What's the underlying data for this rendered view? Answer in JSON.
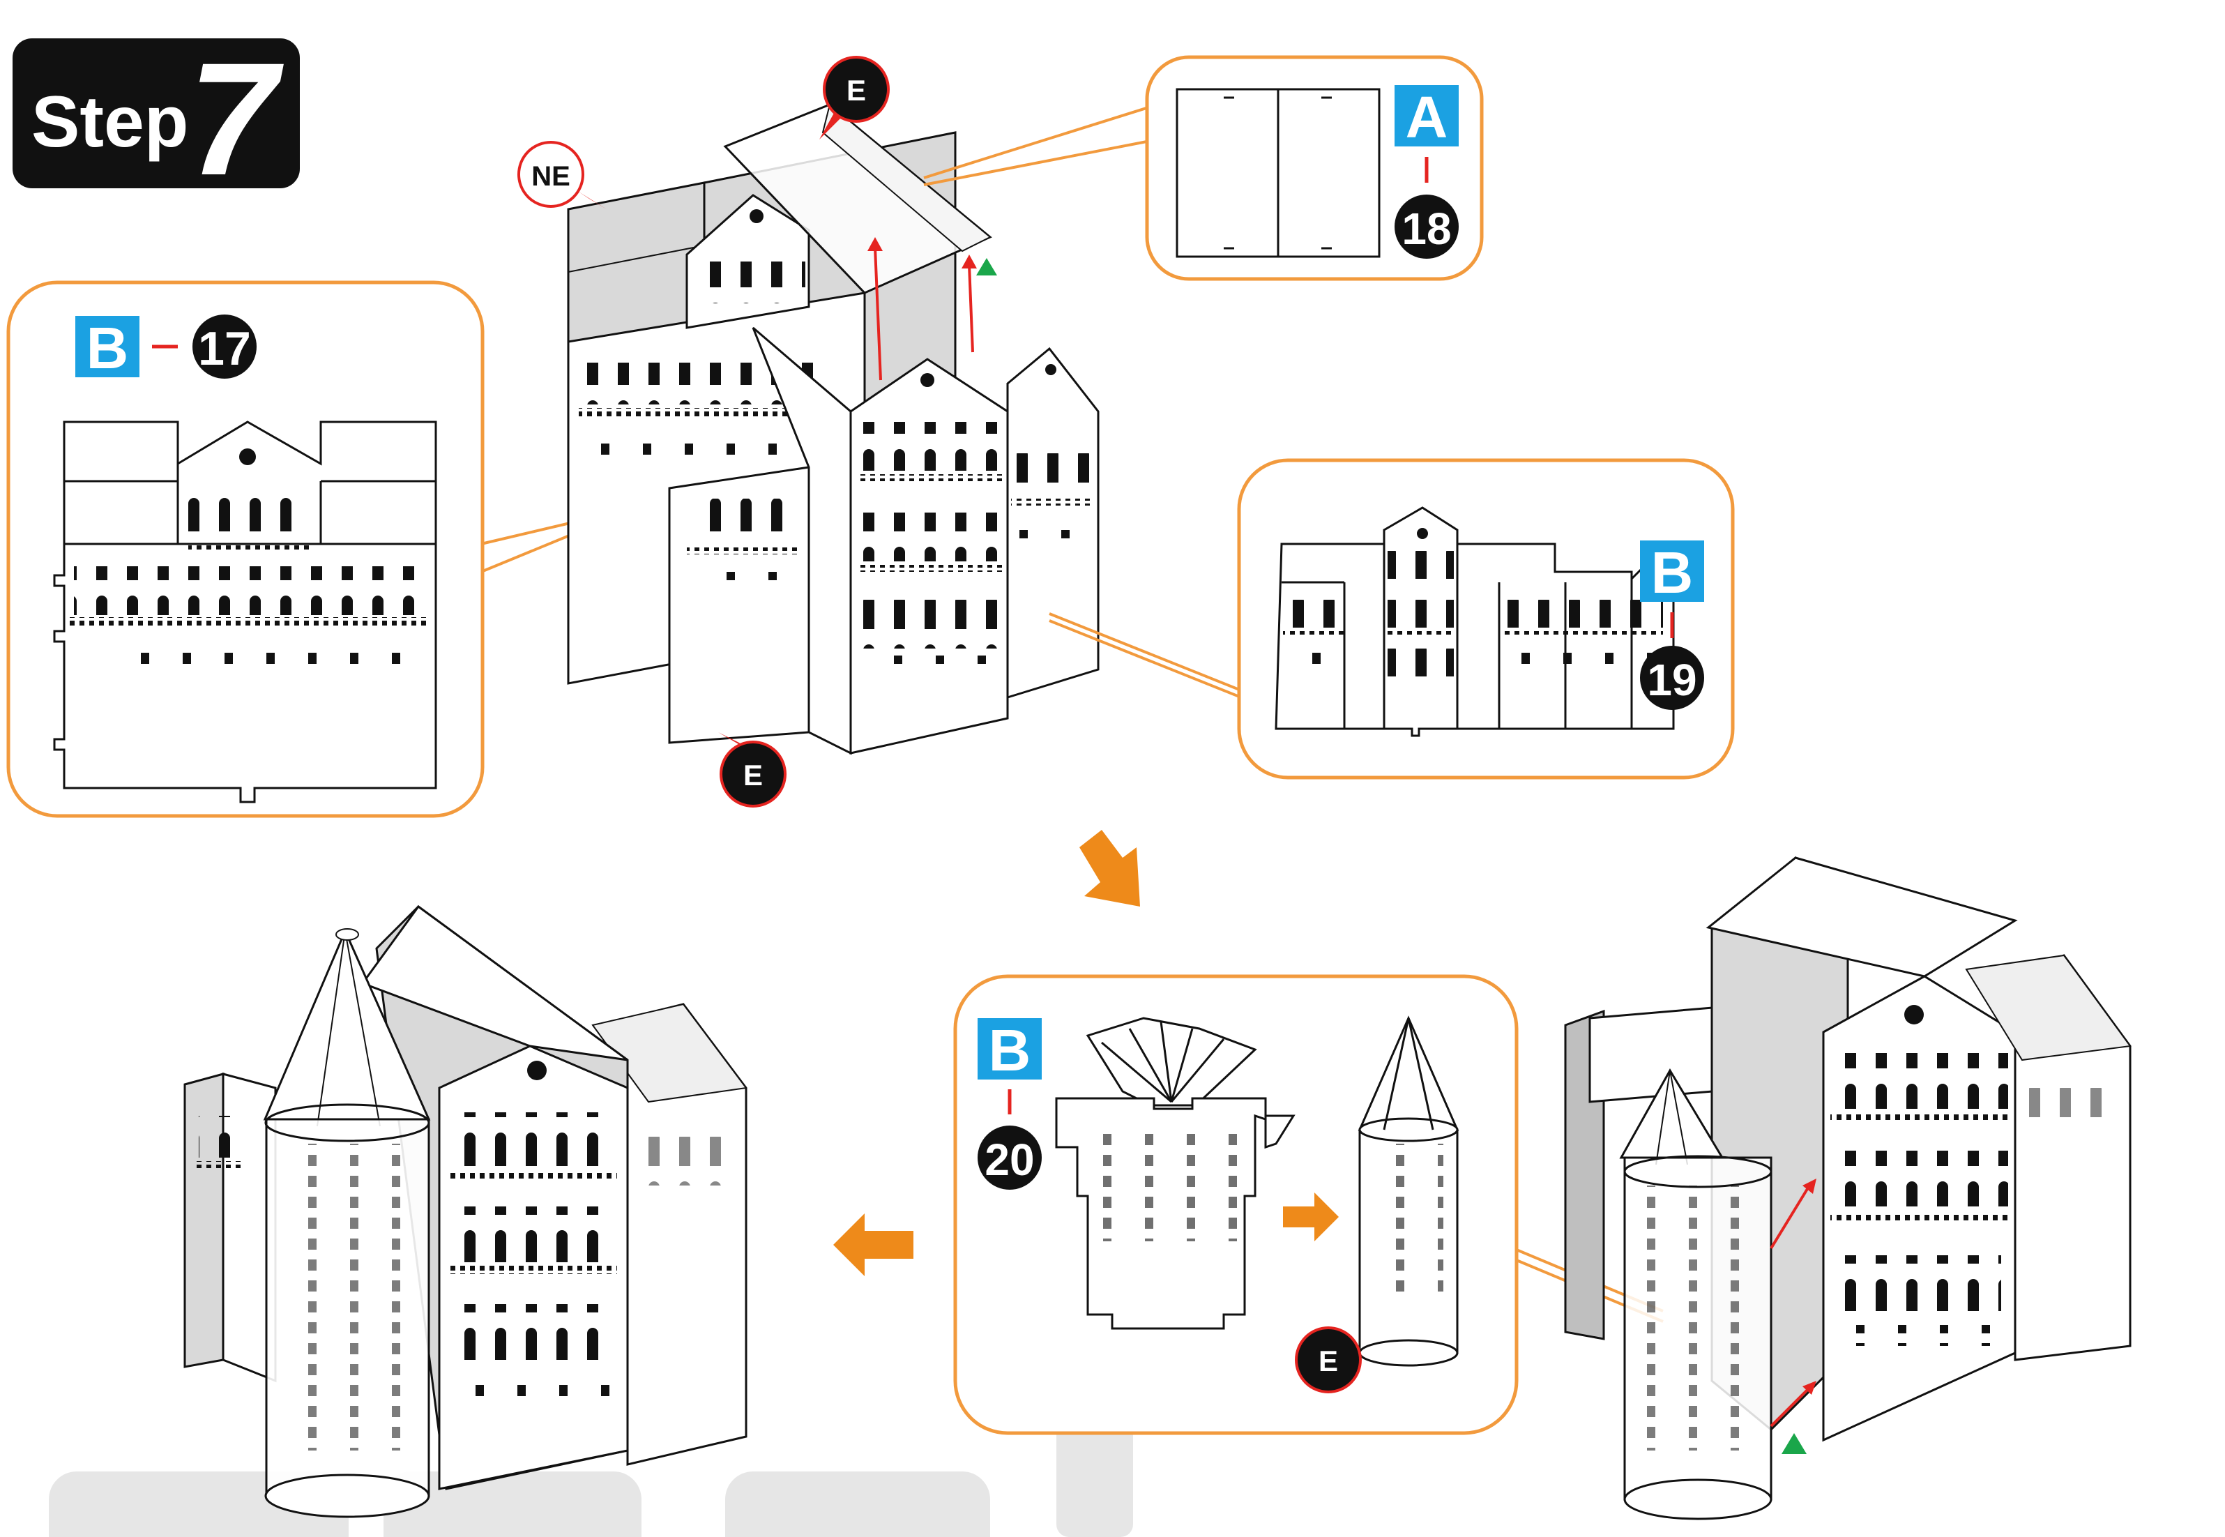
{
  "step": {
    "word": "Step",
    "number": "7"
  },
  "parts": {
    "p17": {
      "sheet": "B",
      "number": "17"
    },
    "p18": {
      "sheet": "A",
      "number": "18"
    },
    "p19": {
      "sheet": "B",
      "number": "19"
    },
    "p20": {
      "sheet": "B",
      "number": "20"
    }
  },
  "tags": {
    "ne": "NE",
    "e": "E"
  },
  "colors": {
    "callout_border": "#f29a3d",
    "sheet_badge": "#1ba1e2",
    "arrow_orange": "#ee8a1a",
    "marker_red": "#e52420",
    "marker_green": "#1aa64a",
    "wall_gray": "#d9d9d9",
    "watermark_gray": "#e6e6e6"
  }
}
